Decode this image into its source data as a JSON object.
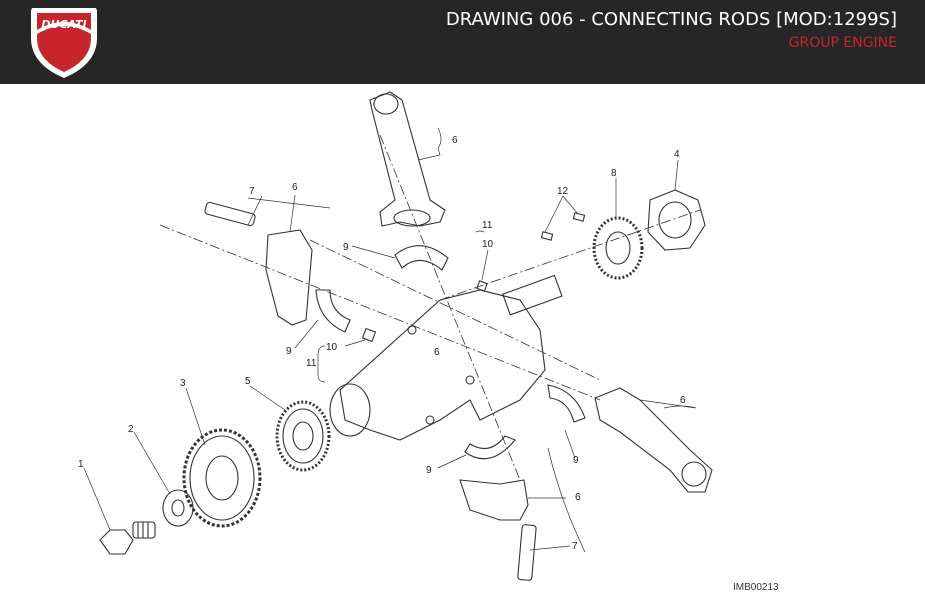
{
  "header": {
    "brand": "DUCATI",
    "title": "DRAWING 006 - CONNECTING RODS [MOD:1299S]",
    "group": "GROUP ENGINE",
    "brand_color": "#c8242b",
    "bar_color": "#262626"
  },
  "drawing": {
    "image_code": "IMB00213",
    "callouts": {
      "c1": "1",
      "c2": "2",
      "c3": "3",
      "c4": "4",
      "c5": "5",
      "c6a": "6",
      "c6b": "6",
      "c6c": "6",
      "c6d": "6",
      "c6e": "6",
      "c7a": "7",
      "c7b": "7",
      "c8": "8",
      "c9a": "9",
      "c9b": "9",
      "c9c": "9",
      "c9d": "9",
      "c10a": "10",
      "c10b": "10",
      "c11a": "11",
      "c11b": "11",
      "c12": "12"
    }
  }
}
